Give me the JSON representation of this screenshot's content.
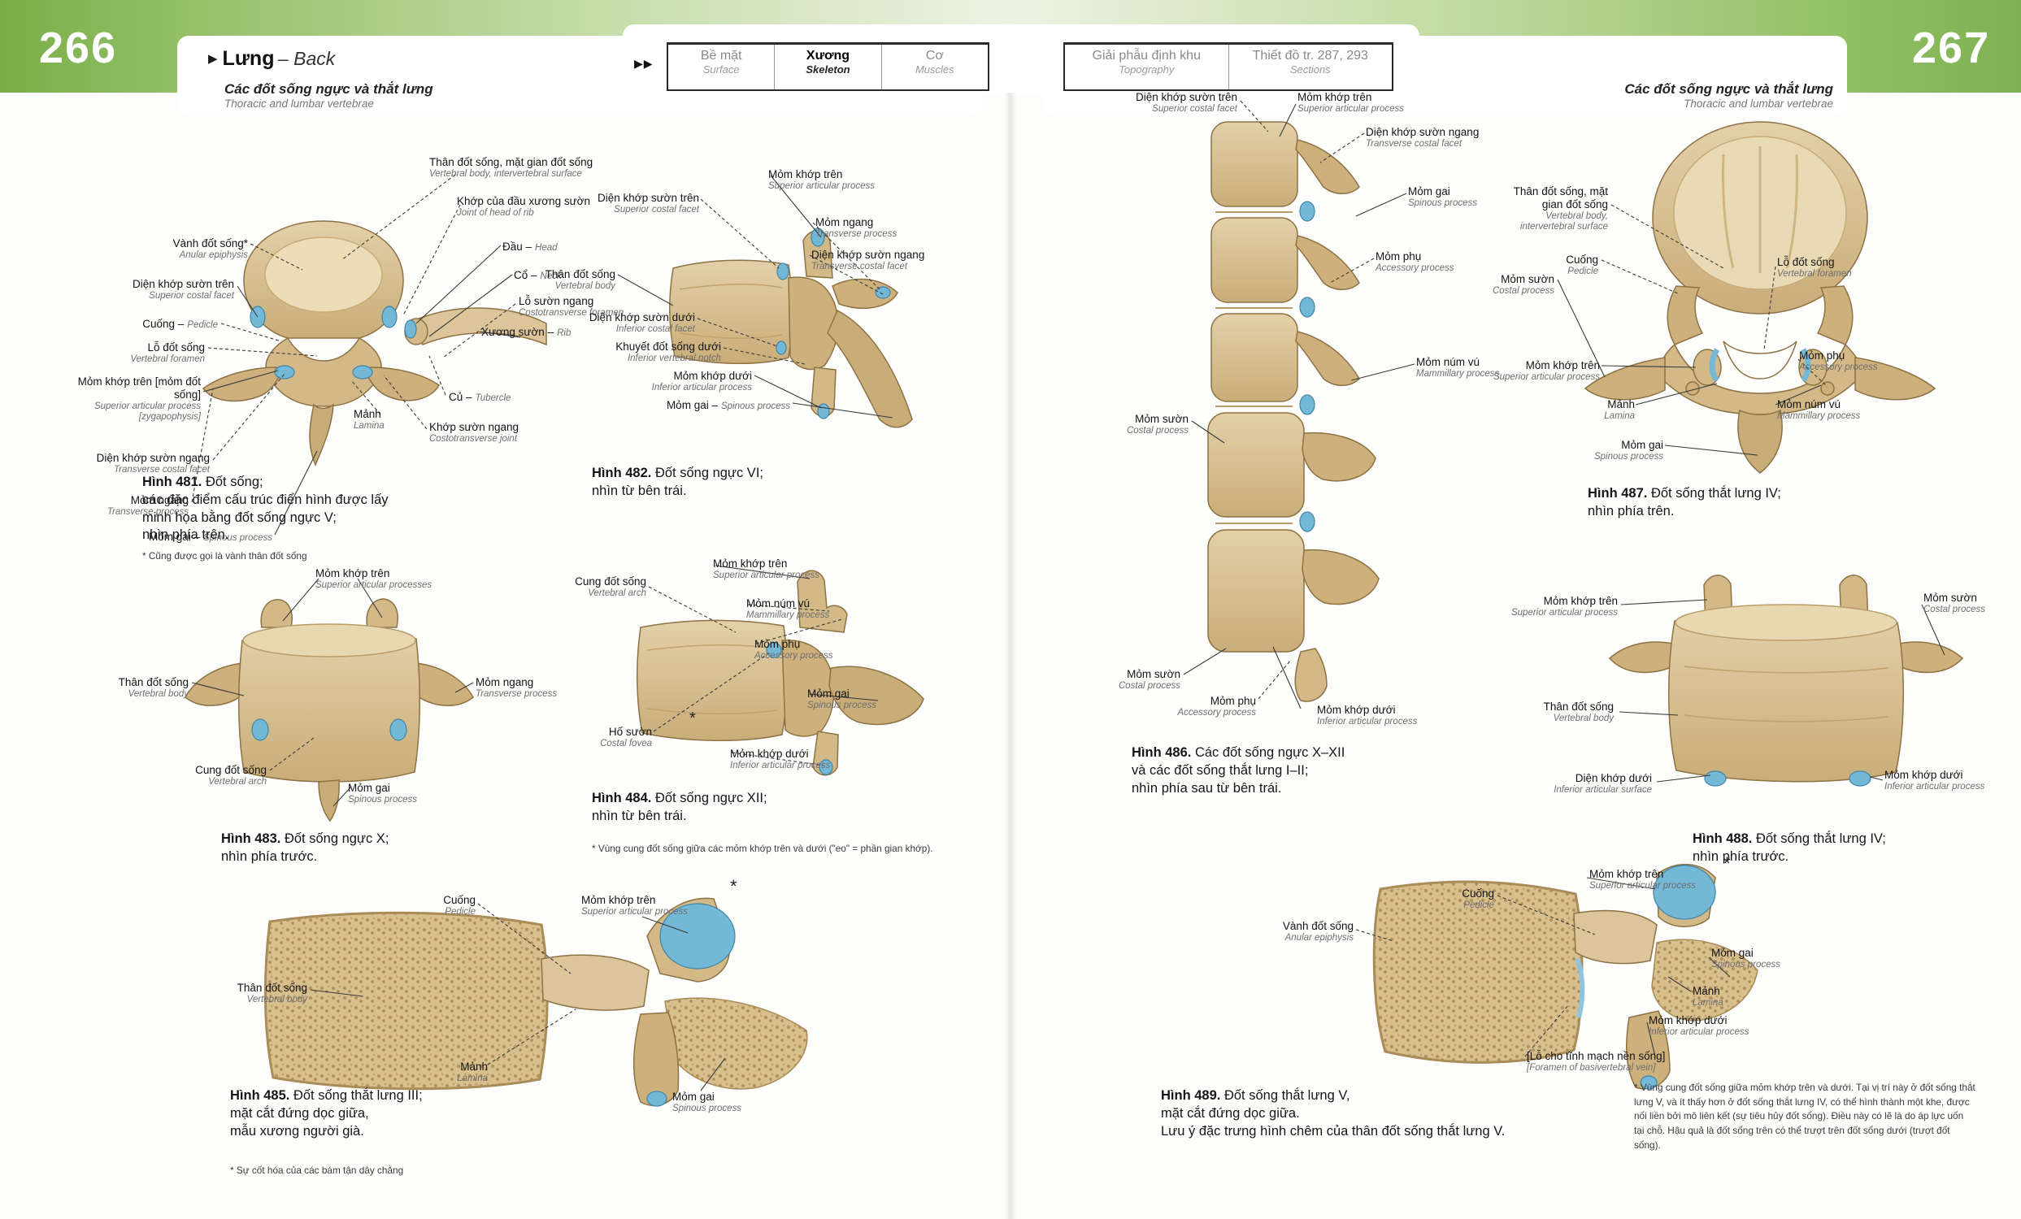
{
  "header": {
    "page_left": "266",
    "page_right": "267",
    "marker": "▶",
    "title_vi": "Lưng",
    "title_en": "– Back",
    "sub_vi": "Các đốt sống ngực và thắt lưng",
    "sub_en": "Thoracic and lumbar vertebrae",
    "arrows": "▶▶",
    "tabs": [
      {
        "vi": "Bề mặt",
        "en": "Surface"
      },
      {
        "vi": "Xương",
        "en": "Skeleton"
      },
      {
        "vi": "Cơ",
        "en": "Muscles"
      }
    ],
    "tabs2": [
      {
        "vi": "Giải phẫu định khu",
        "en": "Topography"
      },
      {
        "vi": "Thiết đồ tr. 287, 293",
        "en": "Sections"
      }
    ],
    "right_sub_vi": "Các đốt sống ngực và thắt lưng",
    "right_sub_en": "Thoracic and lumbar vertebrae"
  },
  "f481": {
    "labels": [
      {
        "vi": "Vành đốt sống*",
        "en": "Anular epiphysis"
      },
      {
        "vi": "Diện khớp sườn trên",
        "en": "Superior costal facet"
      },
      {
        "vi": "Cuống –",
        "en": "Pedicle"
      },
      {
        "vi": "Lỗ đốt sống",
        "en": "Vertebral foramen"
      },
      {
        "vi": "Mỏm khớp trên [mỏm đốt sống]",
        "en": "Superior articular process [zygapophysis]"
      },
      {
        "vi": "Diện khớp sườn ngang",
        "en": "Transverse costal facet"
      },
      {
        "vi": "Mỏm ngang",
        "en": "Transverse process"
      },
      {
        "vi": "Mỏm gai –",
        "en": "Spinous process"
      },
      {
        "vi": "Thân đốt sống, mặt gian đốt sống",
        "en": "Vertebral body, intervertebral surface"
      },
      {
        "vi": "Khớp của đầu xương sườn",
        "en": "Joint of head of rib"
      },
      {
        "vi": "Đầu –",
        "en": "Head"
      },
      {
        "vi": "Cổ –",
        "en": "Neck"
      },
      {
        "vi": "Lỗ sườn ngang",
        "en": "Costotransverse foramen"
      },
      {
        "vi": "Xương sườn –",
        "en": "Rib"
      },
      {
        "vi": "Củ –",
        "en": "Tubercle"
      },
      {
        "vi": "Mảnh",
        "en": "Lamina"
      },
      {
        "vi": "Khớp sườn ngang",
        "en": "Costotransverse joint"
      }
    ],
    "num": "Hình 481.",
    "cap": [
      "Đốt sống;",
      "các đặc điểm cấu trúc điển hình được lấy",
      "minh họa bằng đốt sống ngực V;",
      "nhìn phía trên."
    ],
    "foot": "* Cũng được gọi là vành thân đốt sống"
  },
  "f482": {
    "labels": [
      {
        "vi": "Diện khớp sườn trên",
        "en": "Superior costal facet"
      },
      {
        "vi": "Mỏm khớp trên",
        "en": "Superior articular process"
      },
      {
        "vi": "Mỏm ngang",
        "en": "Transverse process"
      },
      {
        "vi": "Diện khớp sườn ngang",
        "en": "Transverse costal facet"
      },
      {
        "vi": "Thân đốt sống",
        "en": "Vertebral body"
      },
      {
        "vi": "Diện khớp sườn dưới",
        "en": "Inferior costal facet"
      },
      {
        "vi": "Khuyết đốt sống dưới",
        "en": "Inferior vertebral notch"
      },
      {
        "vi": "Mỏm khớp dưới",
        "en": "Inferior articular process"
      },
      {
        "vi": "Mỏm gai –",
        "en": "Spinous process"
      }
    ],
    "num": "Hình 482.",
    "cap": [
      "Đốt sống ngực VI;",
      "nhìn từ bên trái."
    ]
  },
  "f483": {
    "labels": [
      {
        "vi": "Mỏm khớp trên",
        "en": "Superior articular processes"
      },
      {
        "vi": "Thân đốt sống",
        "en": "Vertebral body"
      },
      {
        "vi": "Mỏm ngang",
        "en": "Transverse process"
      },
      {
        "vi": "Cung đốt sống",
        "en": "Vertebral arch"
      },
      {
        "vi": "Mỏm gai",
        "en": "Spinous process"
      }
    ],
    "num": "Hình 483.",
    "cap": [
      "Đốt sống ngực X;",
      "nhìn phía trước."
    ]
  },
  "f484": {
    "labels": [
      {
        "vi": "Cung đốt sống",
        "en": "Vertebral arch"
      },
      {
        "vi": "Mỏm khớp trên",
        "en": "Superior articular process"
      },
      {
        "vi": "Mỏm núm vú",
        "en": "Mammillary process"
      },
      {
        "vi": "Mỏm phụ",
        "en": "Accessory process"
      },
      {
        "vi": "Mỏm gai",
        "en": "Spinous process"
      },
      {
        "vi": "Hố sườn",
        "en": "Costal fovea"
      },
      {
        "vi": "Mỏm khớp dưới",
        "en": "Inferior articular process"
      }
    ],
    "num": "Hình 484.",
    "cap": [
      "Đốt sống ngực XII;",
      "nhìn từ bên trái."
    ],
    "foot": "* Vùng cung đốt sống giữa các mỏm khớp trên và dưới (\"eo\" = phần gian khớp)."
  },
  "f485": {
    "labels": [
      {
        "vi": "Cuống",
        "en": "Pedicle"
      },
      {
        "vi": "Mỏm khớp trên",
        "en": "Superior articular process"
      },
      {
        "vi": "Thân đốt sống",
        "en": "Vertebral body"
      },
      {
        "vi": "Mảnh",
        "en": "Lamina"
      },
      {
        "vi": "Mỏm gai",
        "en": "Spinous process"
      }
    ],
    "num": "Hình 485.",
    "cap": [
      "Đốt sống thắt lưng III;",
      "mặt cắt đứng dọc giữa,",
      "mẫu xương người già."
    ],
    "foot": "* Sự cốt hóa của các bám tận dây chằng"
  },
  "f486": {
    "labels": [
      {
        "vi": "Diện khớp sườn trên",
        "en": "Superior costal facet"
      },
      {
        "vi": "Mỏm khớp trên",
        "en": "Superior articular process"
      },
      {
        "vi": "Diện khớp sườn ngang",
        "en": "Transverse costal facet"
      },
      {
        "vi": "Mỏm gai",
        "en": "Spinous process"
      },
      {
        "vi": "Mỏm phụ",
        "en": "Accessory process"
      },
      {
        "vi": "Mỏm núm vú",
        "en": "Mammillary process"
      },
      {
        "vi": "Mỏm sườn",
        "en": "Costal process"
      },
      {
        "vi": "Mỏm sườn",
        "en": "Costal process"
      },
      {
        "vi": "Mỏm phụ",
        "en": "Accessory process"
      },
      {
        "vi": "Mỏm khớp dưới",
        "en": "Inferior articular process"
      }
    ],
    "num": "Hình 486.",
    "cap": [
      "Các đốt sống ngực X–XII",
      "và các đốt sống thắt lưng I–II;",
      "nhìn phía sau từ bên trái."
    ]
  },
  "f487": {
    "labels": [
      {
        "vi": "Thân đốt sống, mặt gian đốt sống",
        "en": "Vertebral body, intervertebral surface"
      },
      {
        "vi": "Cuống",
        "en": "Pedicle"
      },
      {
        "vi": "Mỏm sườn",
        "en": "Costal process"
      },
      {
        "vi": "Lỗ đốt sống",
        "en": "Vertebral foramen"
      },
      {
        "vi": "Mỏm khớp trên",
        "en": "Superior articular process"
      },
      {
        "vi": "Mảnh",
        "en": "Lamina"
      },
      {
        "vi": "Mỏm gai",
        "en": "Spinous process"
      },
      {
        "vi": "Mỏm phụ",
        "en": "Accessory process"
      },
      {
        "vi": "Mỏm núm vú",
        "en": "Mammillary process"
      }
    ],
    "num": "Hình 487.",
    "cap": [
      "Đốt sống thắt lưng IV;",
      "nhìn phía trên."
    ]
  },
  "f488": {
    "labels": [
      {
        "vi": "Mỏm khớp trên",
        "en": "Superior articular process"
      },
      {
        "vi": "Mỏm sườn",
        "en": "Costal process"
      },
      {
        "vi": "Thân đốt sống",
        "en": "Vertebral body"
      },
      {
        "vi": "Diện khớp dưới",
        "en": "Inferior articular surface"
      },
      {
        "vi": "Mỏm khớp dưới",
        "en": "Inferior articular process"
      }
    ],
    "num": "Hình 488.",
    "cap": [
      "Đốt sống thắt lưng IV;",
      "nhìn phía trước."
    ]
  },
  "f489": {
    "labels": [
      {
        "vi": "Cuống",
        "en": "Pedicle"
      },
      {
        "vi": "Mỏm khớp trên",
        "en": "Superior articular process"
      },
      {
        "vi": "Vành đốt sống",
        "en": "Anular epiphysis"
      },
      {
        "vi": "Mỏm gai",
        "en": "Spinous process"
      },
      {
        "vi": "Mảnh",
        "en": "Lamina"
      },
      {
        "vi": "Mỏm khớp dưới",
        "en": "Inferior articular process"
      },
      {
        "vi": "[Lỗ cho tĩnh mạch nền sống]",
        "en": "[Foramen of basivertebral vein]"
      }
    ],
    "num": "Hình 489.",
    "cap": [
      "Đốt sống thắt lưng V,",
      "mặt cắt đứng dọc giữa.",
      "Lưu ý đặc trưng hình chêm của thân đốt sống thắt lưng V."
    ],
    "foot": "* Vùng cung đốt sống giữa mỏm khớp trên và dưới. Tại vị trí này ở đốt sống thắt lưng V, và ít thấy hơn ở đốt sống thắt lưng IV, có thể hình thành một khe, được nối liền bởi mô liên kết (sự tiêu hủy đốt sống). Điều này có lẽ là do áp lực uốn tại chỗ. Hậu quả là đốt sống trên có thể trượt trên đốt sống dưới (trượt đốt sống)."
  }
}
